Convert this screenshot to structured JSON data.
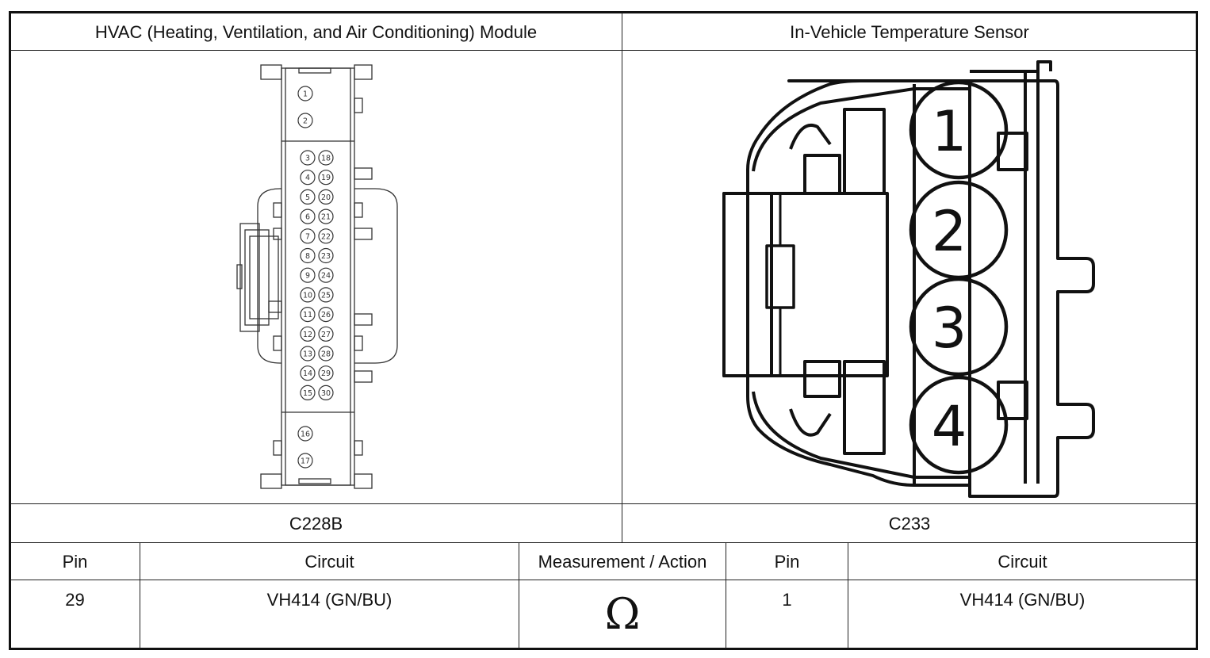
{
  "left_header": "HVAC (Heating, Ventilation, and Air Conditioning) Module",
  "right_header": "In-Vehicle Temperature Sensor",
  "left_connector": "C228B",
  "right_connector": "C233",
  "table": {
    "headers": [
      "Pin",
      "Circuit",
      "Measurement / Action",
      "Pin",
      "Circuit"
    ],
    "row": [
      "29",
      "VH414 (GN/BU)",
      "Ω",
      "1",
      "VH414 (GN/BU)"
    ]
  },
  "hvac_pins": {
    "top": [
      "1",
      "2"
    ],
    "left_column": [
      "3",
      "4",
      "5",
      "6",
      "7",
      "8",
      "9",
      "10",
      "11",
      "12",
      "13",
      "14",
      "15"
    ],
    "right_column": [
      "18",
      "19",
      "20",
      "21",
      "22",
      "23",
      "24",
      "25",
      "26",
      "27",
      "28",
      "29",
      "30"
    ],
    "bottom": [
      "16",
      "17"
    ]
  },
  "sensor_pins": [
    "1",
    "2",
    "3",
    "4"
  ]
}
